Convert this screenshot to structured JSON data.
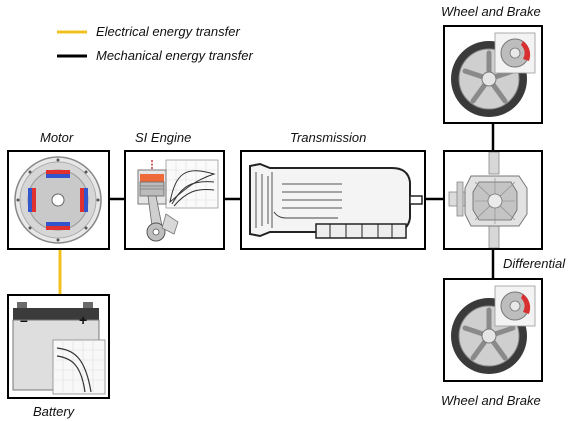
{
  "legend": {
    "electrical": {
      "label": "Electrical energy transfer",
      "color": "#f2c01e"
    },
    "mechanical": {
      "label": "Mechanical energy transfer",
      "color": "#000000"
    }
  },
  "components": {
    "motor": "Motor",
    "engine": "SI Engine",
    "transmission": "Transmission",
    "battery": "Battery",
    "differential": "Differential",
    "wheel_top": "Wheel and Brake",
    "wheel_bottom": "Wheel and Brake"
  },
  "battery_terminals": {
    "negative": "–",
    "positive": "+"
  }
}
